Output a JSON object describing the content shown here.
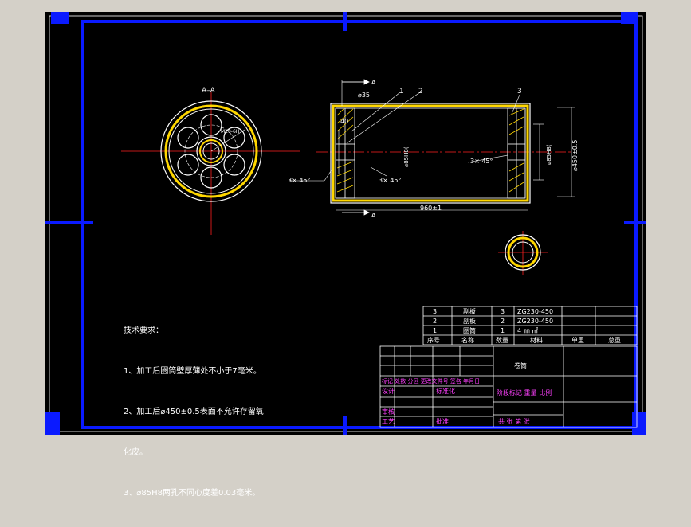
{
  "colors": {
    "background": "#000000",
    "window": "#d4d0c8",
    "frame": "#0a1aff",
    "geometry": "#ffffff",
    "centerline": "#ff2020",
    "dimension": "#ffffff",
    "hatch": "#ffd700",
    "titleblock_magenta": "#ff40ff"
  },
  "section_label": "A–A",
  "section_marker": "A",
  "callouts": [
    "1",
    "2",
    "3"
  ],
  "dimensions": {
    "d35": "⌀35",
    "d40": "40",
    "d85": "⌀85H8(",
    "d85_right": "⌀85H8(",
    "d450": "⌀450±0.5",
    "length": "960±1",
    "chamfer_left": "3× 45°",
    "chamfer_mid": "3× 45°",
    "chamfer_right": "3× 45°",
    "circle_label": "M10-6H"
  },
  "tech_requirements": {
    "title": "技术要求：",
    "line1": "1、加工后圈筒壁厚薄处不小于7毫米。",
    "line2": "2、加工后⌀450±0.5表面不允许存留氧",
    "line3": "化皮。",
    "line4": "3、⌀85H8两孔不同心度差0.03毫米。"
  },
  "parts_list": {
    "rows": [
      {
        "no": "3",
        "name": "副板",
        "qty": "3",
        "material": "ZG230-450"
      },
      {
        "no": "2",
        "name": "副板",
        "qty": "2",
        "material": "ZG230-450"
      },
      {
        "no": "1",
        "name": "圈筒",
        "qty": "1",
        "material": "4 ㎜ ㎡"
      }
    ],
    "header": {
      "no": "序号",
      "name": "名称",
      "qty": "数量",
      "material": "材料",
      "unit_weight": "单重",
      "total": "总重"
    }
  },
  "title_block": {
    "part_name": "卷筒",
    "revision_header": "标记 处数 分区 更改文件号 签名 年月日",
    "design": "设计",
    "standardize": "标准化",
    "stage_header": "阶段标记 重量 比例",
    "review": "审核",
    "process": "工艺",
    "approve": "批准",
    "sheets": "共  张 第  张"
  }
}
